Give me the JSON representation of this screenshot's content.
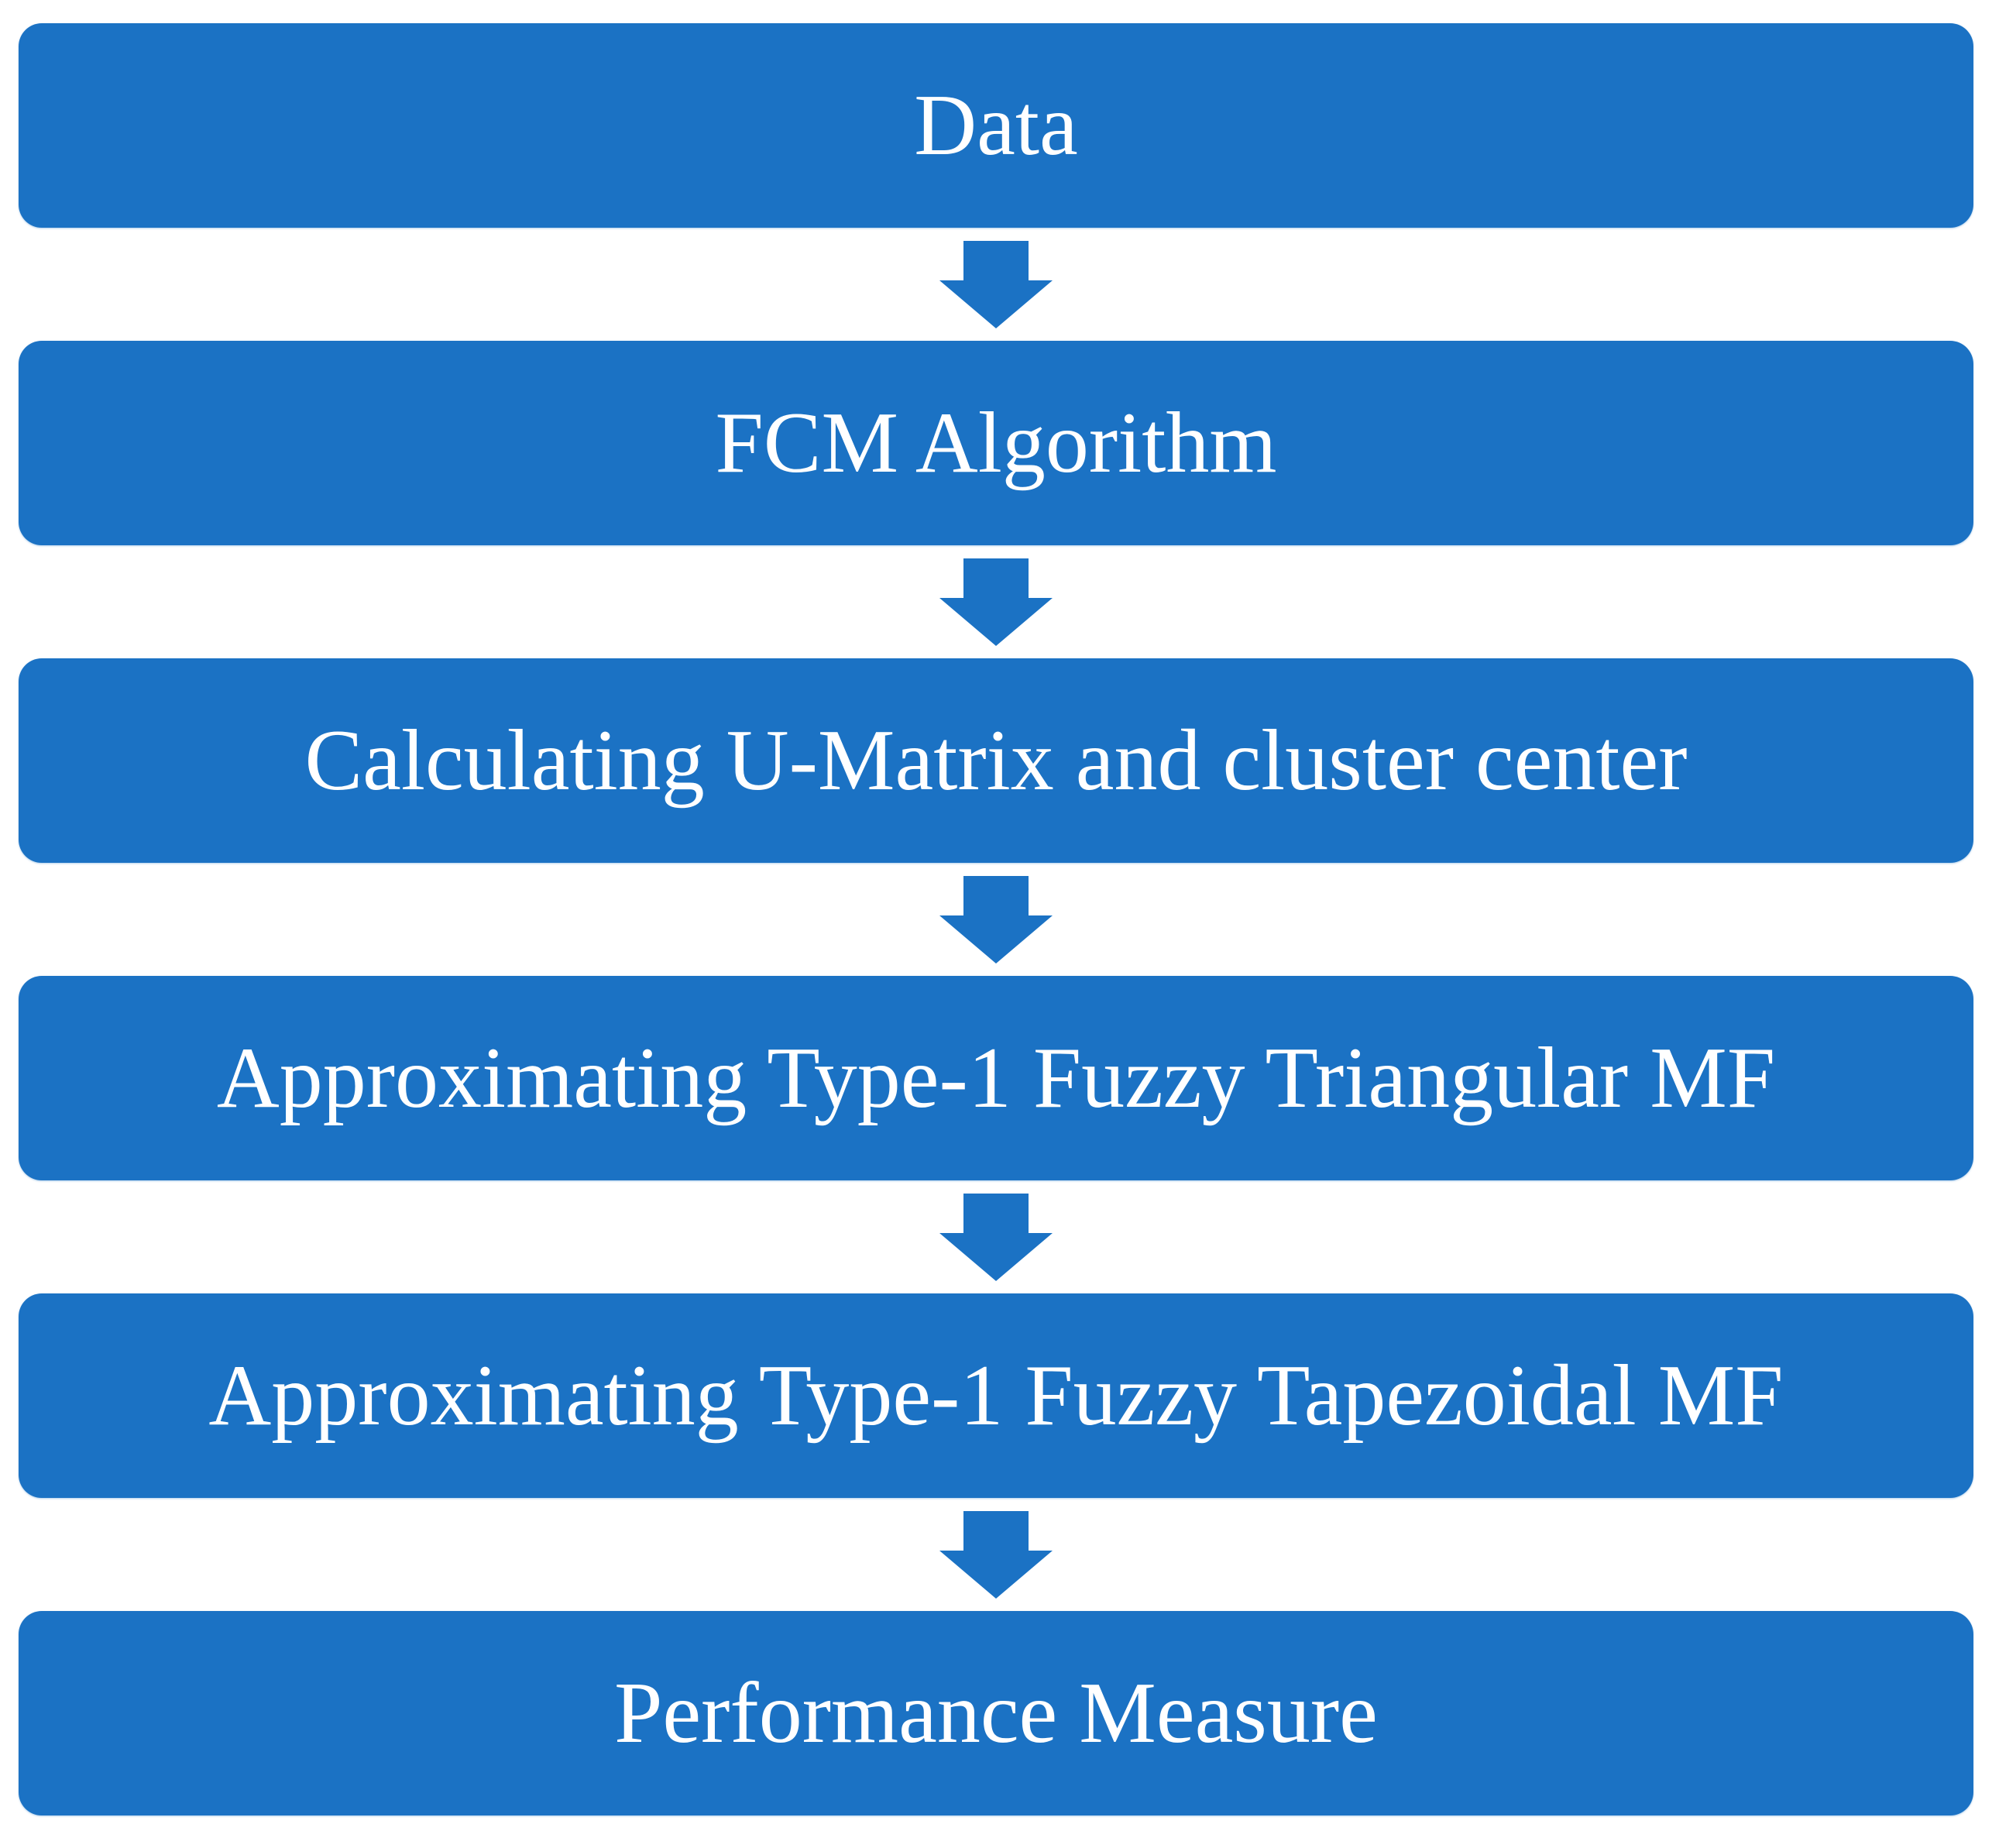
{
  "flowchart": {
    "kind": "vertical-process-flow",
    "direction": "top-to-bottom",
    "colors": {
      "box_fill": "#1B72C4",
      "box_text": "#FFFFFF",
      "arrow_fill": "#1B72C4",
      "background": "#FFFFFF"
    },
    "connector_icon": "down-arrow-icon",
    "steps": [
      {
        "label": "Data"
      },
      {
        "label": "FCM Algorithm"
      },
      {
        "label": "Calculating U-Matrix and cluster center"
      },
      {
        "label": "Approximating Type-1 Fuzzy Triangular MF"
      },
      {
        "label": "Approximating Type-1 Fuzzy Tapezoidal MF"
      },
      {
        "label": "Performance Measure"
      }
    ]
  }
}
